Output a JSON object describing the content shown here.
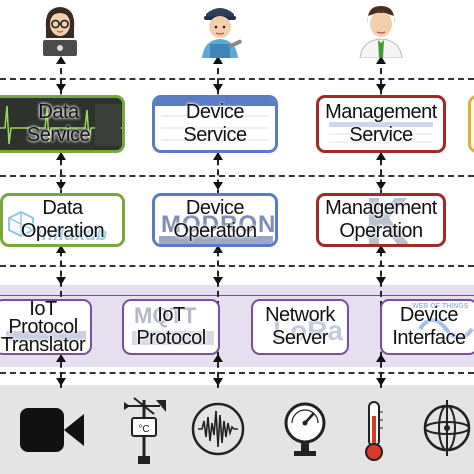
{
  "layers": {
    "service": [
      {
        "label_line1": "Data",
        "label_line2": "Service"
      },
      {
        "label_line1": "Device",
        "label_line2": "Service"
      },
      {
        "label_line1": "Management",
        "label_line2": "Service"
      }
    ],
    "operation": [
      {
        "label_line1": "Data",
        "label_line2": "Operation",
        "logo_text": "influxdb"
      },
      {
        "label_line1": "Device",
        "label_line2": "Operation",
        "logo_text": "MODRON"
      },
      {
        "label_line1": "Management",
        "label_line2": "Operation"
      }
    ],
    "protocol": [
      {
        "label_line1": "IoT",
        "label_line2": "Protocol",
        "label_line3": "Translator"
      },
      {
        "label_line1": "IoT",
        "label_line2": "Protocol",
        "logo_text": "MQTT"
      },
      {
        "label_line1": "Network",
        "label_line2": "Server",
        "logo_text": "LoRa"
      },
      {
        "label_line1": "Device",
        "label_line2": "Interface",
        "logo_text": "WEB OF THINGS"
      }
    ]
  },
  "colors": {
    "green": "#77a83a",
    "blue": "#5a7cc4",
    "red": "#9e2a2a",
    "gold": "#d8b23a",
    "purple": "#7a4d9e",
    "band": "#e6dff0",
    "bottom_bar": "#e4e4e4"
  },
  "devices": [
    "camera-icon",
    "weather-station-icon",
    "microphone-waveform-icon",
    "pressure-gauge-icon",
    "thermometer-icon",
    "gyroscope-icon"
  ]
}
